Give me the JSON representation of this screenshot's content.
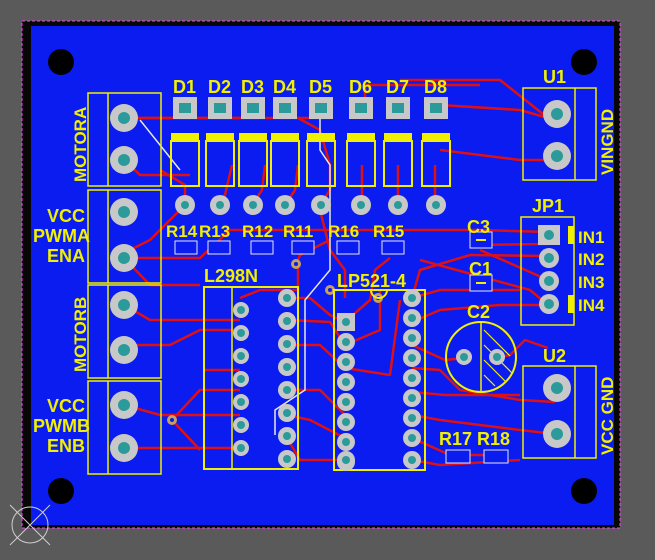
{
  "board": {
    "colors": {
      "background": "#5a5a5a",
      "copper_top": "#0a1cf0",
      "trace": "#e01010",
      "silk": "#f0f000",
      "pad": "#c8c8c8",
      "via": "#2a9a9a",
      "edge": "#ff40ff"
    }
  },
  "silk_labels": {
    "motora": "MOTORA",
    "vcc1": "VCC",
    "pwma": "PWMA",
    "ena": "ENA",
    "motorb": "MOTORB",
    "vcc2": "VCC",
    "pwmb": "PWMB",
    "enb": "ENB",
    "u1": "U1",
    "vingnd": "VINGND",
    "jp1": "JP1",
    "in1": "IN1",
    "in2": "IN2",
    "in3": "IN3",
    "in4": "IN4",
    "u2": "U2",
    "vccgnd": "VCC GND",
    "l298n": "L298N",
    "lp521": "LP521-4",
    "c1": "C1",
    "c2": "C2",
    "c3": "C3",
    "r17": "R17",
    "r18": "R18"
  },
  "leds": [
    "D1",
    "D2",
    "D3",
    "D4",
    "D5",
    "D6",
    "D7",
    "D8"
  ],
  "resistors": [
    "R14",
    "R13",
    "R12",
    "R11",
    "R16",
    "R15"
  ]
}
